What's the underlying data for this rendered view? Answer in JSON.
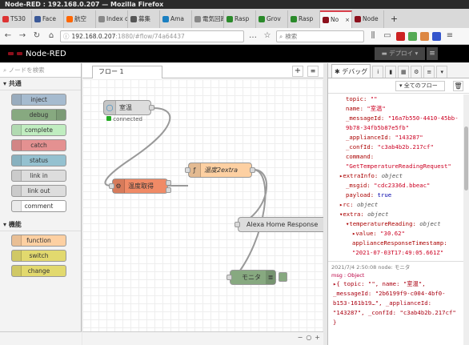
{
  "window": {
    "title": "Node-RED : 192.168.0.207 — Mozilla Firefox"
  },
  "browser_tabs": [
    {
      "label": "TS30",
      "color": "#d33"
    },
    {
      "label": "Face",
      "color": "#3b5998"
    },
    {
      "label": "航空",
      "color": "#f60"
    },
    {
      "label": "Index of",
      "color": "#888"
    },
    {
      "label": "募集",
      "color": "#555"
    },
    {
      "label": "Ama",
      "color": "#1a7fc1"
    },
    {
      "label": "電気回路",
      "color": "#888"
    },
    {
      "label": "Rasp",
      "color": "#2a8a2a"
    },
    {
      "label": "Grov",
      "color": "#2a8a2a"
    },
    {
      "label": "Rasp",
      "color": "#2a8a2a"
    },
    {
      "label": "No",
      "color": "#8c101c",
      "active": true
    },
    {
      "label": "Node",
      "color": "#8c101c"
    }
  ],
  "nav": {
    "url_host": "192.168.0.207",
    "url_rest": ":1880/#flow/74a64437",
    "search_placeholder": "検索"
  },
  "nodered": {
    "brand": "Node-RED",
    "deploy_label": "デプロイ"
  },
  "palette": {
    "search_placeholder": "ノードを検索",
    "categories": [
      {
        "label": "共通",
        "nodes": [
          {
            "label": "inject",
            "color": "#a6bbcf"
          },
          {
            "label": "debug",
            "color": "#87a980"
          },
          {
            "label": "complete",
            "color": "#c0edc0"
          },
          {
            "label": "catch",
            "color": "#e49191"
          },
          {
            "label": "status",
            "color": "#94c1d0"
          },
          {
            "label": "link in",
            "color": "#dddddd"
          },
          {
            "label": "link out",
            "color": "#dddddd"
          },
          {
            "label": "comment",
            "color": "#ffffff"
          }
        ]
      },
      {
        "label": "機能",
        "nodes": [
          {
            "label": "function",
            "color": "#fdd0a2"
          },
          {
            "label": "switch",
            "color": "#e2d96e"
          },
          {
            "label": "change",
            "color": "#e2d96e"
          }
        ]
      }
    ]
  },
  "workspace": {
    "tab_label": "フロー 1",
    "nodes": {
      "room_temp": {
        "label": "室温",
        "status": "connected"
      },
      "get_temp": {
        "label": "温度取得"
      },
      "temp2extra": {
        "label": "温度2extra"
      },
      "alexa": {
        "label": "Alexa Home Response"
      },
      "monitor": {
        "label": "モニタ"
      }
    }
  },
  "sidebar": {
    "tab_label": "デバッグ",
    "filter_label": "全てのフロー",
    "debug_lines": [
      {
        "indent": 1,
        "key": "topic: ",
        "val": "\"\"",
        "cls": "s"
      },
      {
        "indent": 1,
        "key": "name: ",
        "val": "\"室温\"",
        "cls": "s"
      },
      {
        "indent": 1,
        "key": "_messageId: ",
        "val": "\"16a7b550-4410-45bb-",
        "cls": "s"
      },
      {
        "indent": 1,
        "key": "",
        "val": "9b78-34fb5b87e5fb\"",
        "cls": "s"
      },
      {
        "indent": 1,
        "key": "_applianceId: ",
        "val": "\"143287\"",
        "cls": "s"
      },
      {
        "indent": 1,
        "key": "_confId: ",
        "val": "\"c3ab4b2b.217cf\"",
        "cls": "s"
      },
      {
        "indent": 1,
        "key": "command: ",
        "val": "",
        "cls": "s"
      },
      {
        "indent": 1,
        "key": "",
        "val": "\"GetTemperatureReadingRequest\"",
        "cls": "s"
      },
      {
        "indent": 0,
        "key": "▸extraInfo: ",
        "val": "object",
        "cls": "o"
      },
      {
        "indent": 1,
        "key": "_msgid: ",
        "val": "\"cdc2336d.bbeac\"",
        "cls": "s"
      },
      {
        "indent": 1,
        "key": "payload: ",
        "val": "true",
        "cls": "n"
      },
      {
        "indent": 0,
        "key": "▸rc: ",
        "val": "object",
        "cls": "o"
      },
      {
        "indent": 0,
        "key": "▾extra: ",
        "val": "object",
        "cls": "o"
      },
      {
        "indent": 1,
        "key": "▾temperatureReading: ",
        "val": "object",
        "cls": "o"
      },
      {
        "indent": 2,
        "key": "▸value: ",
        "val": "\"30.62\"",
        "cls": "s"
      },
      {
        "indent": 2,
        "key": "applianceResponseTimestamp: ",
        "val": "",
        "cls": "s"
      },
      {
        "indent": 2,
        "key": "",
        "val": "\"2021-07-03T17:49:05.661Z\"",
        "cls": "s"
      }
    ],
    "meta_line": "2021/7/4 2:50:08   node: モニタ",
    "meta_type": "msg : Object",
    "summary_lines": [
      "▸{ topic: \"\", name: \"室温\",",
      "_messageId: \"2b6199f9-c004-4bf0-",
      "b153-161b19…\", _applianceId:",
      "\"143287\", _confId: \"c3ab4b2b.217cf\"",
      "}"
    ]
  }
}
